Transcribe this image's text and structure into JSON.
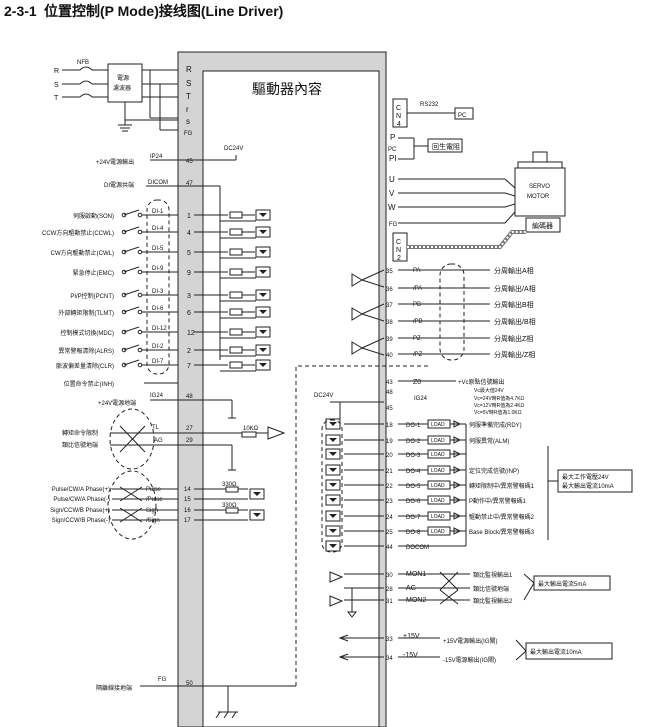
{
  "header": {
    "section": "2-3-1",
    "title": "位置控制(P Mode)接线图(Line Driver)"
  },
  "drive": {
    "title": "驅動器內容"
  },
  "power_in": {
    "phases": [
      "R",
      "S",
      "T"
    ],
    "nfb": "NFB",
    "filter": [
      "電源",
      "濾波器"
    ],
    "terminals": [
      "R",
      "S",
      "T",
      "r",
      "s",
      "FG"
    ]
  },
  "right_terms": {
    "cn4": "CN4",
    "rs232": "RS232",
    "pc": "PC",
    "p": "P",
    "pc_term": "PC",
    "pi": "PI",
    "regen": "回生電阻",
    "motor_terms": [
      "U",
      "V",
      "W",
      "FG"
    ],
    "motor_label": [
      "SERVO",
      "MOTOR"
    ],
    "encoder": "編碼器",
    "cn2": "CN2"
  },
  "left_io": {
    "ip24": {
      "label": "+24V電源輸出",
      "name": "IP24",
      "pin": "45"
    },
    "dicom": {
      "label": "DI電源共端",
      "name": "DICOM",
      "pin": "47"
    },
    "dc24v": "DC24V",
    "inputs": [
      {
        "label": "伺服啟動(SON)",
        "di": "DI-1",
        "pin": "1"
      },
      {
        "label": "CCW方向驅動禁止(CCWL)",
        "di": "DI-4",
        "pin": "4"
      },
      {
        "label": "CW方向驅動禁止(CWL)",
        "di": "DI-5",
        "pin": "5"
      },
      {
        "label": "緊急停止(EMC)",
        "di": "DI-9",
        "pin": "9"
      },
      {
        "label": "PI/P控制(PCNT)",
        "di": "DI-3",
        "pin": "3"
      },
      {
        "label": "外部轉矩限制(TLMT)",
        "di": "DI-6",
        "pin": "6"
      },
      {
        "label": "控制模式切換(MDC)",
        "di": "DI-12",
        "pin": "12"
      },
      {
        "label": "異常警報清除(ALRS)",
        "di": "DI-2",
        "pin": "2"
      },
      {
        "label": "脈波偏差量清除(CLR)",
        "di": "DI-7",
        "pin": "7"
      },
      {
        "label": "位置命令禁止(INH)",
        "di": "",
        "pin": ""
      }
    ],
    "ig24": {
      "label": "+24V電源地端",
      "name": "IG24",
      "pin": "48"
    },
    "tl": {
      "label1": "轉矩命令限制",
      "label2": "類比信號地端",
      "name1": "TL",
      "name2": "AG",
      "pin1": "27",
      "pin2": "29",
      "r": "10KΩ"
    },
    "pulse": [
      {
        "label": "Pulse/CW/A Phase(+)",
        "name": "Pulse",
        "pin": "14"
      },
      {
        "label": "Pulse/CW/A Phase(-)",
        "name": "/Pulse",
        "pin": "15"
      },
      {
        "label": "Sign/CCW/B Phase(+)",
        "name": "Sign",
        "pin": "16"
      },
      {
        "label": "Sign/CCW/B Phase(-)",
        "name": "/Sign",
        "pin": "17"
      }
    ],
    "r330": "330Ω",
    "fg": {
      "label": "隔離線接地端",
      "name": "FG",
      "pin": "50"
    }
  },
  "right_io": {
    "pulse_out": [
      {
        "pin": "35",
        "name": "PA",
        "label": "分周輸出A相"
      },
      {
        "pin": "36",
        "name": "/PA",
        "label": "分周輸出/A相"
      },
      {
        "pin": "37",
        "name": "PB",
        "label": "分周輸出B相"
      },
      {
        "pin": "38",
        "name": "/PB",
        "label": "分周輸出/B相"
      },
      {
        "pin": "39",
        "name": "PZ",
        "label": "分周輸出Z相"
      },
      {
        "pin": "40",
        "name": "/PZ",
        "label": "分周輸出/Z相"
      }
    ],
    "z0": {
      "pin": "43",
      "name": "Z0",
      "label": "+Vc原點信號輸出",
      "note": [
        "Vc最大值24V",
        "Vc=24V時R值為4.7KΩ",
        "Vc=12V時R值為2.4KΩ",
        "Vc=5V時R值為1.0KΩ"
      ]
    },
    "ig24": {
      "pin": "48",
      "name": "IG24",
      "dc": "DC24V"
    },
    "pin45": "45",
    "outputs": [
      {
        "pin": "18",
        "name": "DO-1",
        "label": "伺服準備完成(RDY)"
      },
      {
        "pin": "19",
        "name": "DO-2",
        "label": "伺服異常(ALM)"
      },
      {
        "pin": "20",
        "name": "DO-3",
        "label": ""
      },
      {
        "pin": "21",
        "name": "DO-4",
        "label": "定位完成信號(INP)"
      },
      {
        "pin": "22",
        "name": "DO-5",
        "label": "轉矩限制中/異常警報碼1"
      },
      {
        "pin": "23",
        "name": "DO-6",
        "label": "P動作中/異常警報碼1"
      },
      {
        "pin": "24",
        "name": "DO-7",
        "label": "驅動禁止中/異常警報碼2"
      },
      {
        "pin": "25",
        "name": "DO-8",
        "label": "Base Block/異常警報碼3"
      },
      {
        "pin": "44",
        "name": "DOCOM",
        "label": ""
      }
    ],
    "load": "LOAD",
    "out_note": [
      "最大工作電壓24V",
      "最大輸出電流10mA"
    ],
    "mon": [
      {
        "pin": "30",
        "name": "MON1",
        "label": "類比監視輸出1"
      },
      {
        "pin": "28",
        "name": "AG",
        "label": "類比信號地端"
      },
      {
        "pin": "31",
        "name": "MON2",
        "label": "類比監視輸出2"
      }
    ],
    "mon_note": "最大輸出電流5mA",
    "pwr": [
      {
        "pin": "33",
        "name": "+15V",
        "label": "+15V電源輸出(IG閘)"
      },
      {
        "pin": "34",
        "name": "-15V",
        "label": "-15V電源輸出(IG閘)"
      }
    ],
    "pwr_note": "最大輸出電流10mA"
  }
}
